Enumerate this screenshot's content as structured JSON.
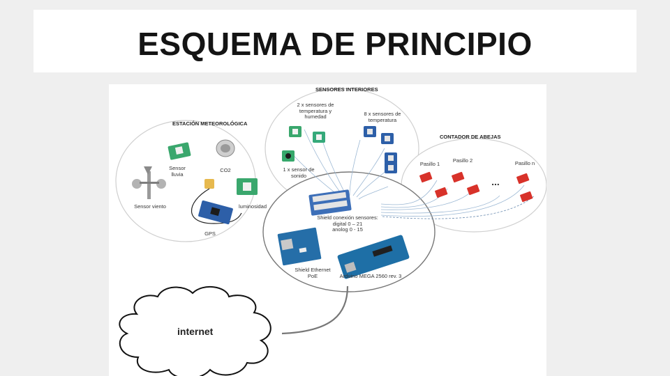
{
  "slide": {
    "title": "ESQUEMA DE PRINCIPIO"
  },
  "diagram": {
    "interior": {
      "heading": "SENSORES INTERIORES",
      "humidity_sensors": "2 x sensores de\ntemperatura y\nhumedad",
      "temp_sensors": "8 x sensores de\ntemperatura",
      "sound_sensor": "1 x sensor de\nsonido"
    },
    "weather": {
      "heading": "ESTACIÓN METEOROLÓGICA",
      "rain": "Sensor\nlluvia",
      "co2": "CO2",
      "wind": "Sensor viento",
      "light": "luminosidad",
      "gps": "GPS"
    },
    "bees": {
      "heading": "CONTADOR DE ABEJAS",
      "aisle_1": "Pasillo 1",
      "aisle_2": "Pasillo 2",
      "aisle_n": "Pasillo n",
      "ellipsis": "..."
    },
    "hub": {
      "shield_sensors": "Shield conexión sensores:\ndigital 0 – 21\nanolog 0 - 15",
      "shield_ethernet": "Shield Ethernet\nPoE",
      "arduino": "Arduino MEGA 2560 rev. 3"
    },
    "cloud": {
      "label": "internet"
    }
  }
}
